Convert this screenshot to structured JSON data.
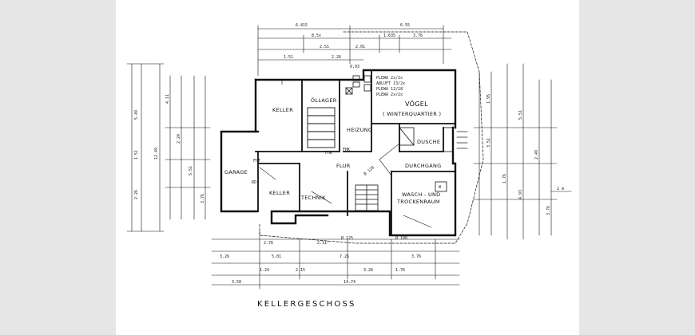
{
  "drawing": {
    "title": "KELLERGESCHOSS",
    "rooms": {
      "keller1": "KELLER",
      "ollager": "ÖLLAGER",
      "heizung": "HEIZUNG",
      "voegel": "VÖGEL",
      "winterquartier": "( WINTERQUARTIER )",
      "garage": "GARAGE",
      "keller2": "KELLER",
      "technik": "TECHNIK",
      "flur": "FLUR",
      "dusche": "DUSCHE",
      "durchgang": "DURCHGANG",
      "wasch": "WASCH - UND",
      "trockenraum": "TROCKENRAUM"
    },
    "equipment": [
      "PLEWA 2x/2x",
      "ABLUFT 13/2x",
      "PLEWA 12/18",
      "PLEWA 2x/2x"
    ],
    "door_labels": {
      "fhk1": "FHK",
      "fhk2": "FHK",
      "fht": "FHT",
      "rd": "RD",
      "w": "W"
    },
    "dims_top": [
      "6.415",
      "6.55",
      "8.5x",
      "1.635",
      "3.76",
      "2.51",
      "2.01",
      "1.51",
      "2.26"
    ],
    "dims_bottom": [
      "2.76",
      "2.11⁵",
      "3.26",
      "5.01",
      "3.76",
      "7.26",
      "3.26",
      "1.24",
      "2.15",
      "14.74",
      "3.50",
      "1.76"
    ],
    "dims_left": [
      "5.49",
      "1.51",
      "2.26",
      "12.49",
      "4.11",
      "2.24",
      "5.51",
      "3.76"
    ],
    "dims_right": [
      "1.95",
      "3.51",
      "1.76",
      "5.51",
      "4.93",
      "2.49",
      "3.76",
      "2 m"
    ],
    "annotations": [
      "0,03",
      "Ø 125",
      "Ø 100",
      "Ø 120"
    ]
  }
}
